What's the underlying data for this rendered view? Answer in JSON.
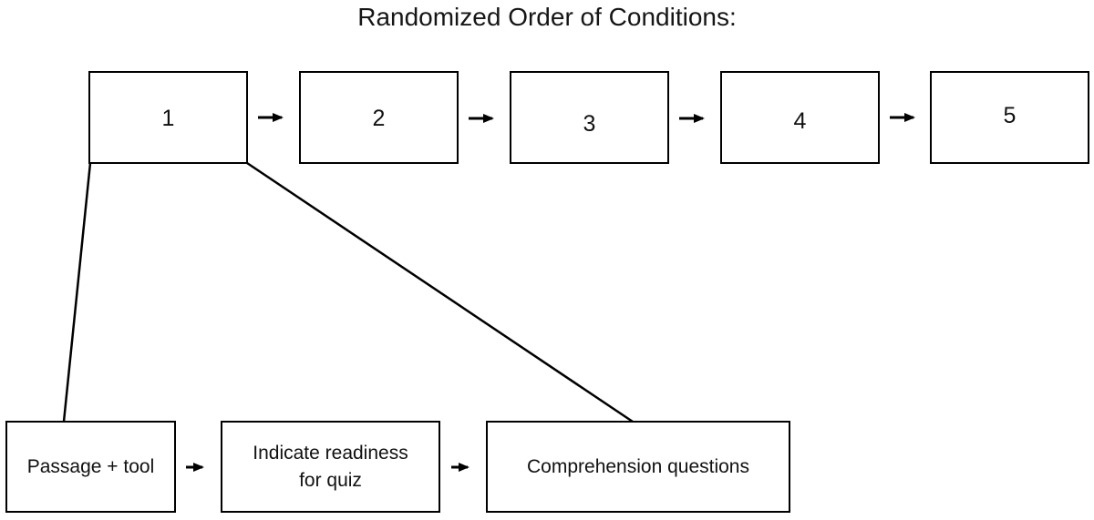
{
  "title": "Randomized Order of Conditions:",
  "top_row": {
    "boxes": [
      {
        "label": "1"
      },
      {
        "label": "2"
      },
      {
        "label": "3"
      },
      {
        "label": "4"
      },
      {
        "label": "5"
      }
    ]
  },
  "detail_row": {
    "boxes": [
      {
        "lines": [
          "Passage + tool"
        ]
      },
      {
        "lines": [
          "Indicate readiness",
          "for quiz"
        ]
      },
      {
        "lines": [
          "Comprehension questions"
        ]
      }
    ]
  },
  "colors": {
    "background": "#ffffff",
    "stroke": "#000000",
    "text": "#161616"
  }
}
